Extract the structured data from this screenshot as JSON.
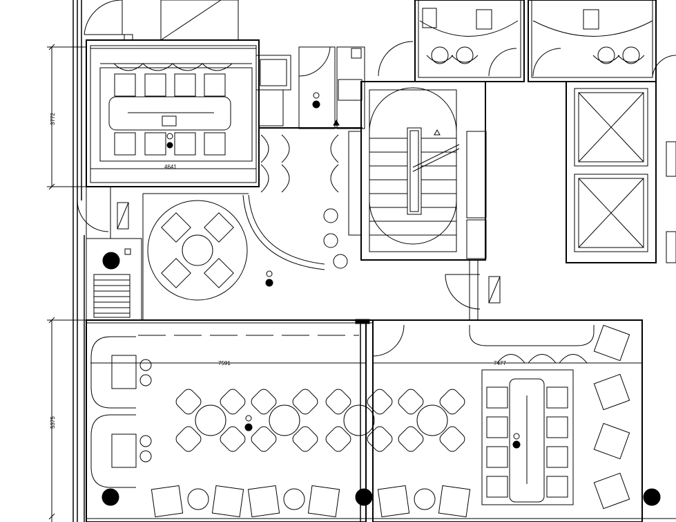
{
  "dimensions": {
    "top_room_width": "4641",
    "top_room_height": "3772",
    "lounge_width": "7591",
    "meeting_width": "7477",
    "lower_height": "5375"
  },
  "colors": {
    "line": "#000000",
    "paper": "#ffffff",
    "fill": "#000000"
  },
  "icons": [
    "sensor-icon",
    "outlet-icon",
    "column-icon",
    "elevator-icon",
    "stair-icon"
  ]
}
